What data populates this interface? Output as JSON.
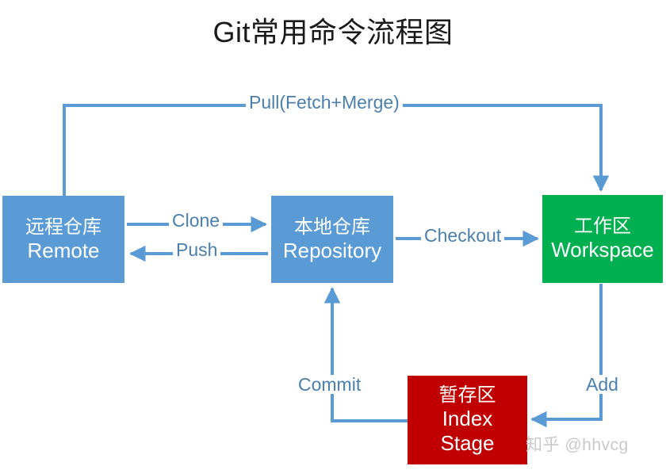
{
  "title": "Git常用命令流程图",
  "watermark": "知乎 @hhvcg",
  "colors": {
    "blue": "#5B9BD5",
    "green": "#00B050",
    "red": "#C00000",
    "line": "#5B9BD5",
    "label_text": "#4A7FAE",
    "title_text": "#1A1A1A",
    "watermark_text": "#C9C9C9"
  },
  "nodes": [
    {
      "id": "remote",
      "cn": "远程仓库",
      "en": "Remote",
      "color": "#5B9BD5"
    },
    {
      "id": "repository",
      "cn": "本地仓库",
      "en": "Repository",
      "color": "#5B9BD5"
    },
    {
      "id": "workspace",
      "cn": "工作区",
      "en": "Workspace",
      "color": "#00B050"
    },
    {
      "id": "index",
      "cn": "暂存区",
      "en": "Index",
      "en2": "Stage",
      "color": "#C00000"
    }
  ],
  "edges": [
    {
      "id": "pull",
      "label": "Pull(Fetch+Merge)",
      "from": "remote",
      "to": "workspace"
    },
    {
      "id": "clone",
      "label": "Clone",
      "from": "remote",
      "to": "repository"
    },
    {
      "id": "push",
      "label": "Push",
      "from": "repository",
      "to": "remote"
    },
    {
      "id": "checkout",
      "label": "Checkout",
      "from": "repository",
      "to": "workspace"
    },
    {
      "id": "commit",
      "label": "Commit",
      "from": "index",
      "to": "repository"
    },
    {
      "id": "add",
      "label": "Add",
      "from": "workspace",
      "to": "index"
    }
  ]
}
